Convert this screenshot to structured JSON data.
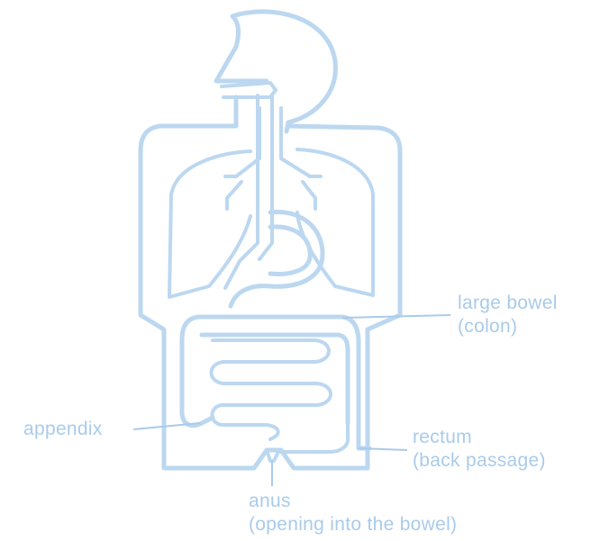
{
  "labels": {
    "large_bowel": [
      "large bowel",
      "(colon)"
    ],
    "appendix": [
      "appendix"
    ],
    "rectum": [
      "rectum",
      "(back passage)"
    ],
    "anus": [
      "anus",
      "(opening into the bowel)"
    ]
  },
  "colors": {
    "outline": "#bcd7f0",
    "label_text": "#a9cbea"
  }
}
